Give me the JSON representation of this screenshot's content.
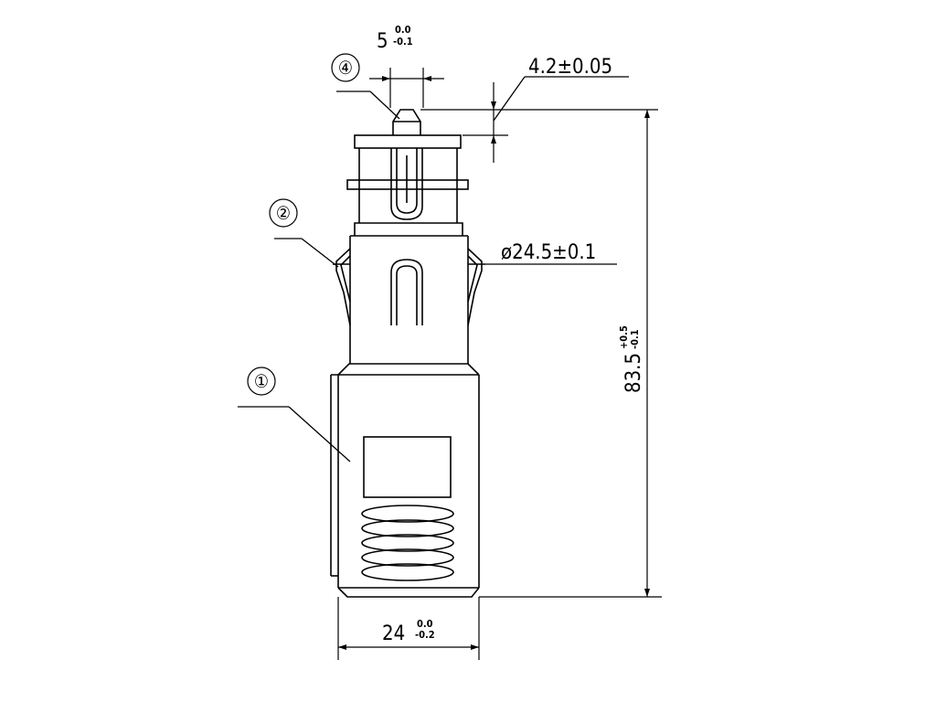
{
  "dimensions": {
    "top_width": {
      "nominal": "5",
      "upper": "0.0",
      "lower": "-0.1"
    },
    "tip_height": "4.2±0.05",
    "diameter": "ø24.5±0.1",
    "total_length": {
      "nominal": "83.5",
      "upper": "+0.5",
      "lower": "-0.1"
    },
    "bottom_width": {
      "nominal": "24",
      "upper": "0.0",
      "lower": "-0.2"
    }
  },
  "balloons": [
    "①",
    "②",
    "④"
  ]
}
